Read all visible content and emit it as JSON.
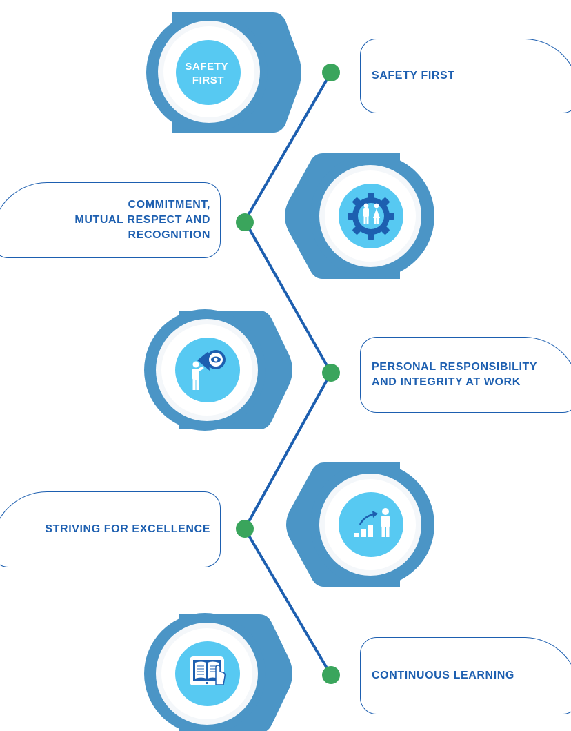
{
  "colors": {
    "hex_shape": "#4b95c6",
    "ring": "#ffffff",
    "inner_circle": "#57c9f2",
    "timeline_line": "#1d5fb0",
    "node_dot": "#3aa55c",
    "label_text": "#1d5fb0"
  },
  "items": [
    {
      "label": "SAFETY FIRST",
      "icon": "text-badge",
      "badge_text": "SAFETY\nFIRST",
      "side": "right"
    },
    {
      "label": "COMMITMENT,\nMUTUAL RESPECT AND\nRECOGNITION",
      "icon": "gear-people-icon",
      "side": "left"
    },
    {
      "label": "PERSONAL RESPONSIBILITY\nAND INTEGRITY AT WORK",
      "icon": "person-vision-icon",
      "side": "right"
    },
    {
      "label": "STRIVING FOR EXCELLENCE",
      "icon": "person-steps-icon",
      "side": "left"
    },
    {
      "label": "CONTINUOUS LEARNING",
      "icon": "book-tablet-icon",
      "side": "right"
    }
  ]
}
